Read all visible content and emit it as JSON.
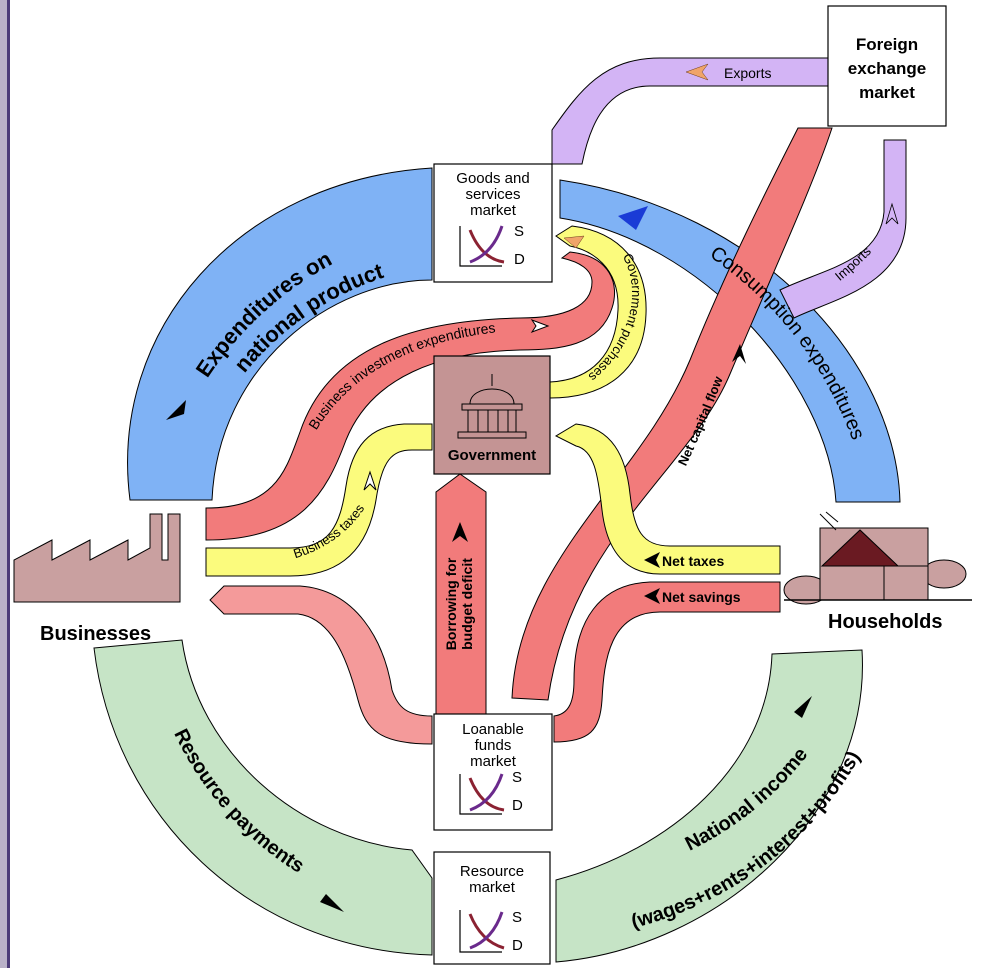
{
  "nodes": {
    "goods_market": {
      "line1": "Goods and",
      "line2": "services",
      "line3": "market",
      "supply": "S",
      "demand": "D"
    },
    "foreign_exchange": {
      "line1": "Foreign",
      "line2": "exchange",
      "line3": "market"
    },
    "government": {
      "label": "Government"
    },
    "loanable_funds": {
      "line1": "Loanable",
      "line2": "funds",
      "line3": "market",
      "supply": "S",
      "demand": "D"
    },
    "resource_market": {
      "line1": "Resource",
      "line2": "market",
      "supply": "S",
      "demand": "D"
    },
    "businesses": {
      "label": "Businesses"
    },
    "households": {
      "label": "Households"
    }
  },
  "flows": {
    "expenditures_national_product": {
      "line1": "Expenditures on",
      "line2": "national product"
    },
    "consumption_expenditures": {
      "label": "Consumption expenditures"
    },
    "business_investment": {
      "label": "Business investment expenditures"
    },
    "government_purchases": {
      "label": "Government purchases"
    },
    "business_taxes": {
      "label": "Business taxes"
    },
    "net_taxes": {
      "label": "Net taxes"
    },
    "net_savings": {
      "label": "Net savings"
    },
    "borrowing": {
      "line1": "Borrowing for",
      "line2": "budget deficit"
    },
    "net_capital_flow": {
      "label": "Net capital flow"
    },
    "exports": {
      "label": "Exports"
    },
    "imports": {
      "label": "Imports"
    },
    "resource_payments": {
      "label": "Resource payments"
    },
    "national_income": {
      "line1": "National income",
      "line2": "(wages+rents+interest+profits)"
    }
  },
  "colors": {
    "blue": "#7fb2f5",
    "red": "#f27b7b",
    "yellow": "#fbfb7d",
    "green": "#c6e4c6",
    "purple": "#d3b4f5",
    "government_box": "#c49494",
    "building": "#c9a0a0"
  }
}
